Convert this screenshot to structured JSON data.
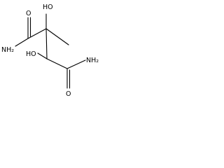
{
  "molecule": {
    "atoms": {
      "oh_top": "HO",
      "oh_middle": "HO",
      "nh2_left": "NH₂",
      "nh2_right": "NH₂",
      "o_top": "O",
      "o_bottom": "O"
    },
    "colors": {
      "bond": "#000000",
      "label": "#000000",
      "background": "#ffffff"
    }
  }
}
